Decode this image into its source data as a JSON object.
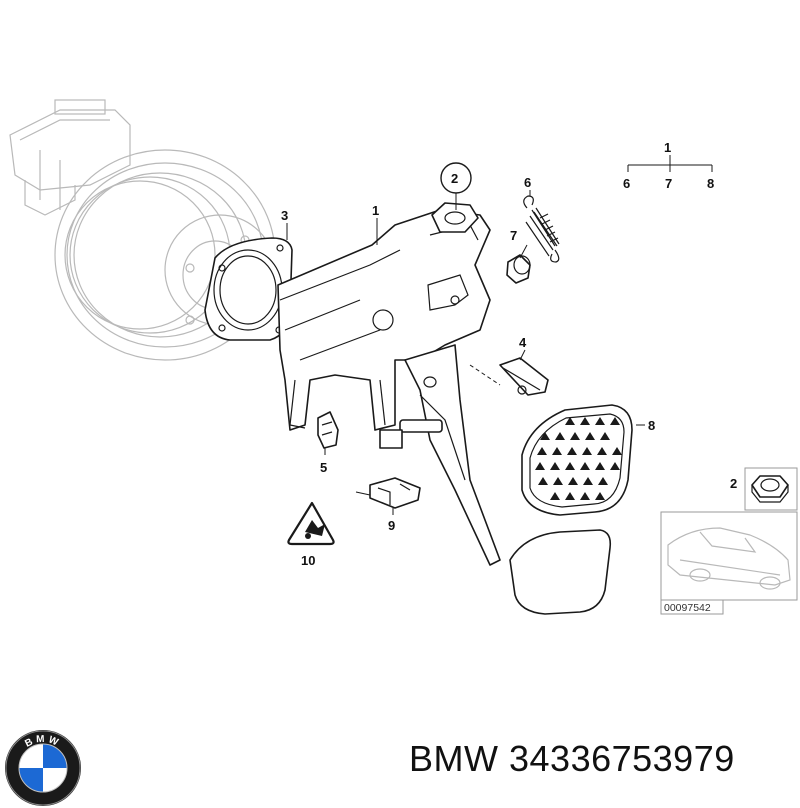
{
  "diagram": {
    "callouts": {
      "c1": "1",
      "c2": "2",
      "c3": "3",
      "c4": "4",
      "c5": "5",
      "c6": "6",
      "c7": "7",
      "c8": "8",
      "c9": "9",
      "c10": "10"
    },
    "legend_tree": {
      "root": "1",
      "children": [
        "6",
        "7",
        "8"
      ]
    },
    "inset": {
      "nut_label": "2",
      "image_code": "00097542"
    }
  },
  "footer": {
    "brand": "BMW",
    "part_number": "34336753979",
    "logo_letters": "BMW",
    "logo_colors": {
      "blue": "#1c69d4",
      "ring": "#1a1a1a",
      "white": "#ffffff"
    }
  }
}
